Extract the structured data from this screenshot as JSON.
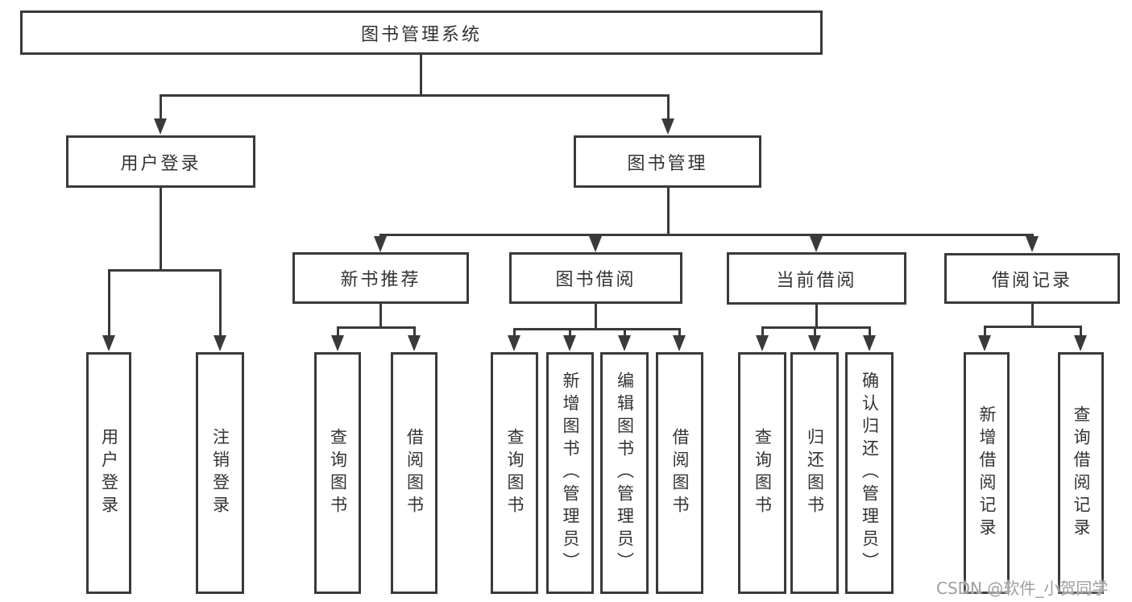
{
  "tree": {
    "root": "图书管理系统",
    "branches": [
      {
        "label": "用户登录",
        "children": [
          {
            "label": "用户登录"
          },
          {
            "label": "注销登录"
          }
        ]
      },
      {
        "label": "图书管理",
        "children": [
          {
            "label": "新书推荐",
            "children": [
              {
                "label": "查询图书"
              },
              {
                "label": "借阅图书"
              }
            ]
          },
          {
            "label": "图书借阅",
            "children": [
              {
                "label": "查询图书"
              },
              {
                "label": "新增图书（管理员）"
              },
              {
                "label": "编辑图书（管理员）"
              },
              {
                "label": "借阅图书"
              }
            ]
          },
          {
            "label": "当前借阅",
            "children": [
              {
                "label": "查询图书"
              },
              {
                "label": "归还图书"
              },
              {
                "label": "确认归还（管理员）"
              }
            ]
          },
          {
            "label": "借阅记录",
            "children": [
              {
                "label": "新增借阅记录"
              },
              {
                "label": "查询借阅记录"
              }
            ]
          }
        ]
      }
    ]
  },
  "watermark": {
    "text": "CSDN @软件_小贺同学"
  },
  "colors": {
    "line": "#3a3a3a",
    "text": "#333333",
    "watermark": "#9e9ea3",
    "background": "#ffffff"
  }
}
